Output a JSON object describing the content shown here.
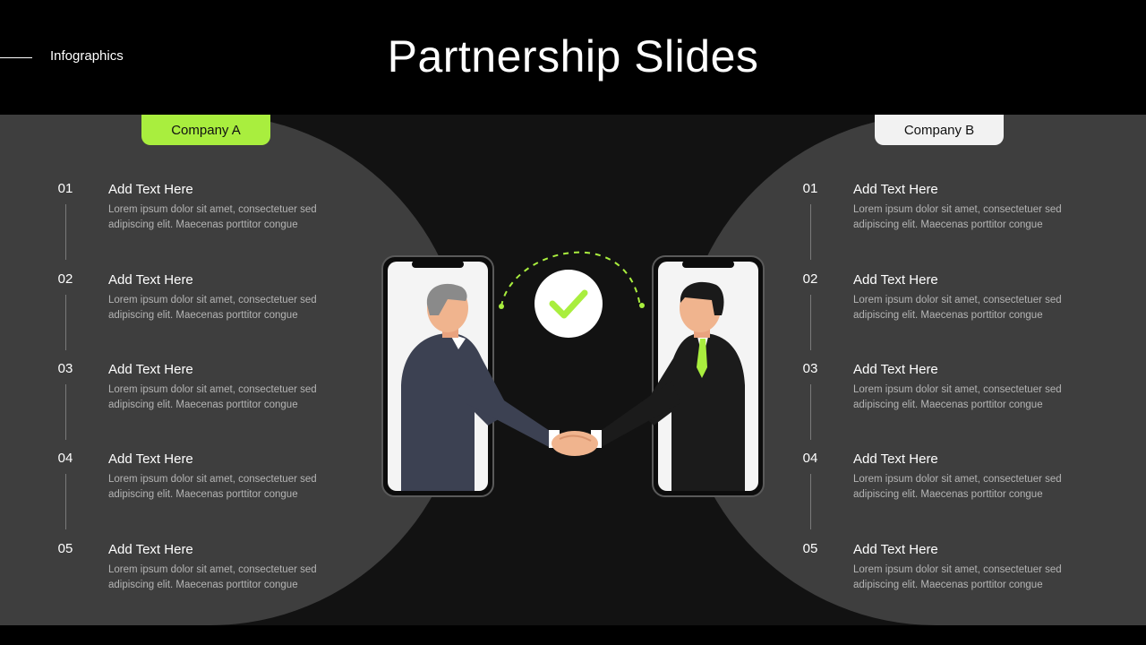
{
  "header": {
    "tag": "Infographics",
    "title": "Partnership Slides"
  },
  "colors": {
    "accent": "#a9ee3e",
    "panel": "#3e3e3e",
    "background": "#121212"
  },
  "company_a": {
    "label": "Company A",
    "items": [
      {
        "num": "01",
        "title": "Add Text Here",
        "body": "Lorem ipsum dolor sit amet, consectetuer sed adipiscing elit. Maecenas porttitor congue"
      },
      {
        "num": "02",
        "title": "Add Text Here",
        "body": "Lorem ipsum dolor sit amet, consectetuer sed adipiscing elit. Maecenas porttitor congue"
      },
      {
        "num": "03",
        "title": "Add Text Here",
        "body": "Lorem ipsum dolor sit amet, consectetuer sed adipiscing elit. Maecenas porttitor congue"
      },
      {
        "num": "04",
        "title": "Add Text Here",
        "body": "Lorem ipsum dolor sit amet, consectetuer sed adipiscing elit. Maecenas porttitor congue"
      },
      {
        "num": "05",
        "title": "Add Text Here",
        "body": "Lorem ipsum dolor sit amet, consectetuer sed adipiscing elit. Maecenas porttitor congue"
      }
    ]
  },
  "company_b": {
    "label": "Company B",
    "items": [
      {
        "num": "01",
        "title": "Add Text Here",
        "body": "Lorem ipsum dolor sit amet, consectetuer sed adipiscing elit. Maecenas porttitor congue"
      },
      {
        "num": "02",
        "title": "Add Text Here",
        "body": "Lorem ipsum dolor sit amet, consectetuer sed adipiscing elit. Maecenas porttitor congue"
      },
      {
        "num": "03",
        "title": "Add Text Here",
        "body": "Lorem ipsum dolor sit amet, consectetuer sed adipiscing elit. Maecenas porttitor congue"
      },
      {
        "num": "04",
        "title": "Add Text Here",
        "body": "Lorem ipsum dolor sit amet, consectetuer sed adipiscing elit. Maecenas porttitor congue"
      },
      {
        "num": "05",
        "title": "Add Text Here",
        "body": "Lorem ipsum dolor sit amet, consectetuer sed adipiscing elit. Maecenas porttitor congue"
      }
    ]
  },
  "illustration": {
    "center_icon": "checkmark-icon",
    "left_figure": "businessman-grey-suit",
    "right_figure": "businessman-black-suit",
    "handshake": "handshake-icon"
  }
}
